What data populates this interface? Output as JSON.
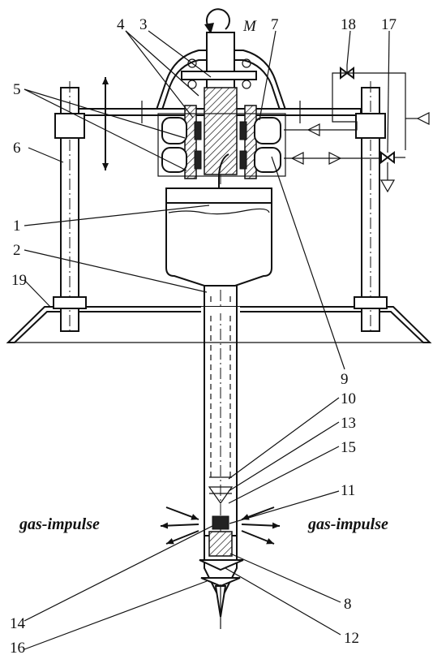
{
  "labels": {
    "n1": "1",
    "n2": "2",
    "n3": "3",
    "n4": "4",
    "n5": "5",
    "n6": "6",
    "n7": "7",
    "n8": "8",
    "n9": "9",
    "n10": "10",
    "n11": "11",
    "n12": "12",
    "n13": "13",
    "n14": "14",
    "n15": "15",
    "n16": "16",
    "n17": "17",
    "n18": "18",
    "n19": "19",
    "m": "M"
  },
  "annotations": {
    "gas_left": "gas-impulse",
    "gas_right": "gas-impulse"
  }
}
